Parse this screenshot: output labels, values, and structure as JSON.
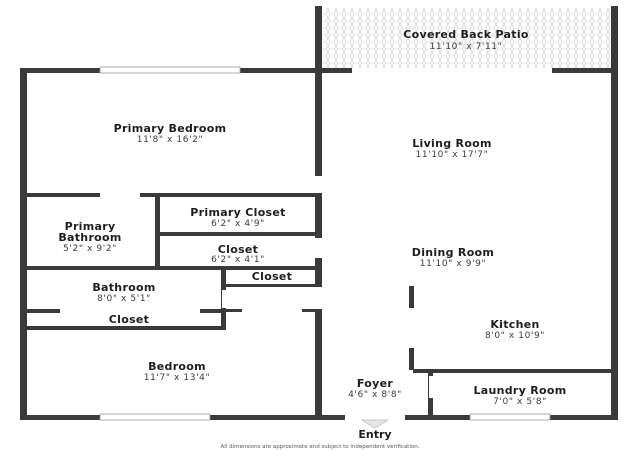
{
  "rooms": {
    "patio": {
      "name": "Covered Back Patio",
      "dim": "11'10\" x 7'11\""
    },
    "primary_bedroom": {
      "name": "Primary Bedroom",
      "dim": "11'8\" x 16'2\""
    },
    "living_room": {
      "name": "Living Room",
      "dim": "11'10\" x 17'7\""
    },
    "primary_bathroom": {
      "name_line1": "Primary",
      "name_line2": "Bathroom",
      "dim": "5'2\" x 9'2\""
    },
    "primary_closet": {
      "name": "Primary Closet",
      "dim": "6'2\" x 4'9\""
    },
    "closet_a": {
      "name": "Closet",
      "dim": "6'2\" x 4'1\""
    },
    "dining_room": {
      "name": "Dining Room",
      "dim": "11'10\" x 9'9\""
    },
    "closet_b": {
      "name": "Closet"
    },
    "bathroom": {
      "name": "Bathroom",
      "dim": "8'0\" x 5'1\""
    },
    "closet_c": {
      "name": "Closet"
    },
    "kitchen": {
      "name": "Kitchen",
      "dim": "8'0\" x 10'9\""
    },
    "bedroom": {
      "name": "Bedroom",
      "dim": "11'7\" x 13'4\""
    },
    "foyer": {
      "name": "Foyer",
      "dim": "4'6\" x 8'8\""
    },
    "laundry_room": {
      "name": "Laundry Room",
      "dim": "7'0\" x 5'8\""
    }
  },
  "entry_label": "Entry",
  "disclaimer": "All dimensions are approximate and subject to independent verification.",
  "colors": {
    "wall": "#3a3a3a",
    "patio_tile": "#cfcfcf",
    "background": "#ffffff"
  }
}
